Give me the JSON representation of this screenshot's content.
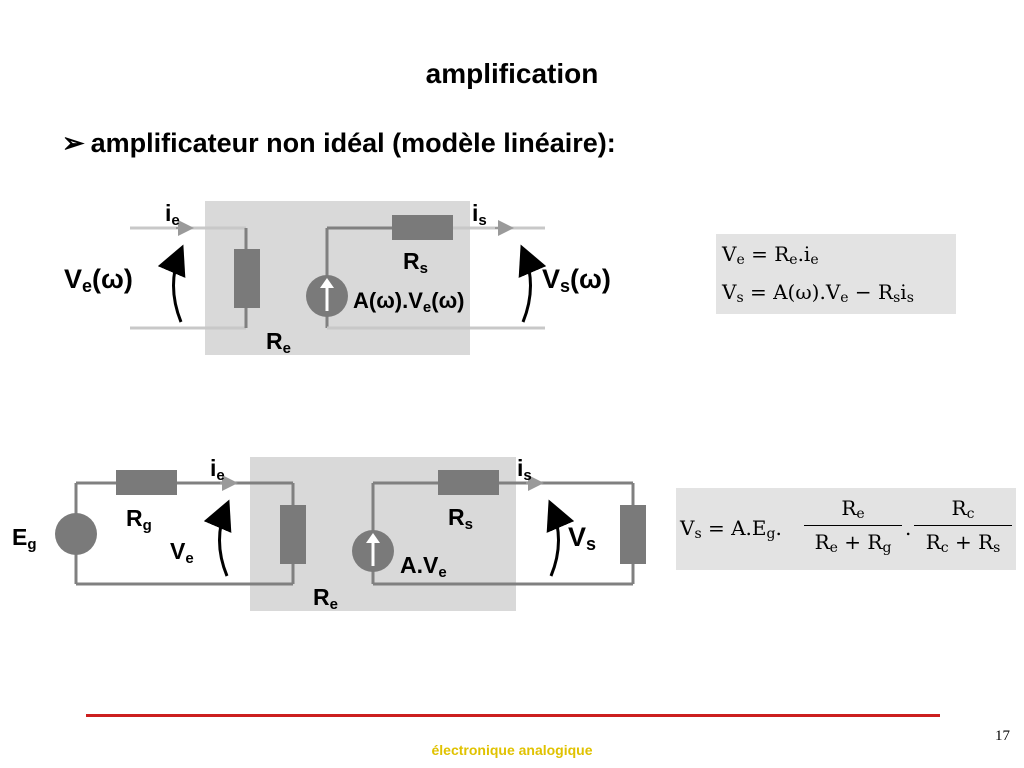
{
  "slide": {
    "title": "amplification",
    "bullet_symbol": "➢",
    "bullet_text": "amplificateur non idéal (modèle linéaire):"
  },
  "circuit1": {
    "ie": {
      "main": "i",
      "sub": "e"
    },
    "is": {
      "main": "i",
      "sub": "s"
    },
    "ve": {
      "main": "V",
      "sub": "e",
      "tail": "(ω)"
    },
    "vs": {
      "main": "V",
      "sub": "s",
      "tail": "(ω)"
    },
    "rs": {
      "main": "R",
      "sub": "s"
    },
    "re": {
      "main": "R",
      "sub": "e"
    },
    "source": {
      "pre": "A(ω).V",
      "sub": "e",
      "tail": "(ω)"
    }
  },
  "circuit2": {
    "eg": {
      "main": "E",
      "sub": "g"
    },
    "rg": {
      "main": "R",
      "sub": "g"
    },
    "ie": {
      "main": "i",
      "sub": "e"
    },
    "is": {
      "main": "i",
      "sub": "s"
    },
    "ve": {
      "main": "V",
      "sub": "e"
    },
    "vs": {
      "main": "V",
      "sub": "s"
    },
    "rs": {
      "main": "R",
      "sub": "s"
    },
    "re": {
      "main": "R",
      "sub": "e"
    },
    "source": {
      "pre": "A.V",
      "sub": "e"
    }
  },
  "equations1": {
    "line1": {
      "a": "V",
      "a_sub": "e",
      "mid": " = R",
      "mid_sub": "e",
      "tail": ".i",
      "tail_sub": "e"
    },
    "line2": {
      "a": "V",
      "a_sub": "s",
      "mid": " = A(ω).V",
      "mid_sub": "e",
      "mid2": " − R",
      "mid2_sub": "s",
      "tail": "i",
      "tail_sub": "s"
    }
  },
  "equations2": {
    "lhs": {
      "a": "V",
      "a_sub": "s",
      "mid": " = A.E",
      "mid_sub": "g",
      "tail": "."
    },
    "frac1": {
      "num": "R",
      "num_sub": "e",
      "den_a": "R",
      "den_a_sub": "e",
      "den_op": " + R",
      "den_b_sub": "g"
    },
    "dot": ".",
    "frac2": {
      "num": "R",
      "num_sub": "c",
      "den_a": "R",
      "den_a_sub": "c",
      "den_op": " + R",
      "den_b_sub": "s"
    }
  },
  "footer": {
    "text": "électronique analogique",
    "page": "17",
    "line_color": "#cc1f1f",
    "text_color": "#e0c200"
  },
  "colors": {
    "shade": "#d9d9d9",
    "component": "#7a7a7a",
    "wire": "#808080",
    "equation_box": "#e3e3e3"
  }
}
